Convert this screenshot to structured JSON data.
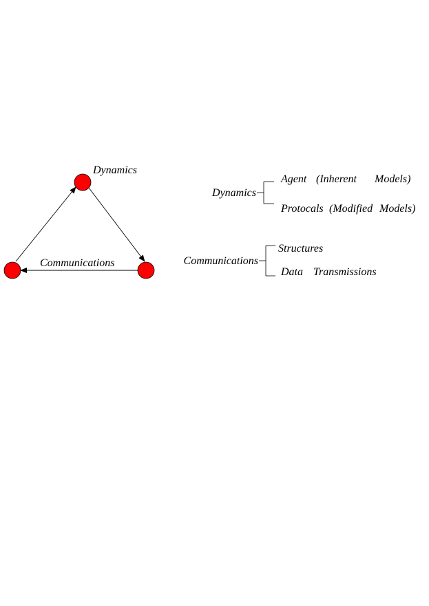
{
  "colors": {
    "node_fill": "#ff0000",
    "node_stroke": "#000000",
    "line": "#000000",
    "text": "#000000"
  },
  "triangle": {
    "top_node_label": "Dynamics",
    "bottom_edge_label": "Communications"
  },
  "taxonomy": [
    {
      "label": "Dynamics",
      "items": [
        {
          "parts": [
            "Agent",
            "(Inherent",
            "Models)"
          ]
        },
        {
          "parts": [
            "Protocals",
            "(Modified",
            "Models)"
          ]
        }
      ]
    },
    {
      "label": "Communications",
      "items": [
        {
          "parts": [
            "Structures"
          ]
        },
        {
          "parts": [
            "Data",
            "Transmissions"
          ]
        }
      ]
    }
  ]
}
